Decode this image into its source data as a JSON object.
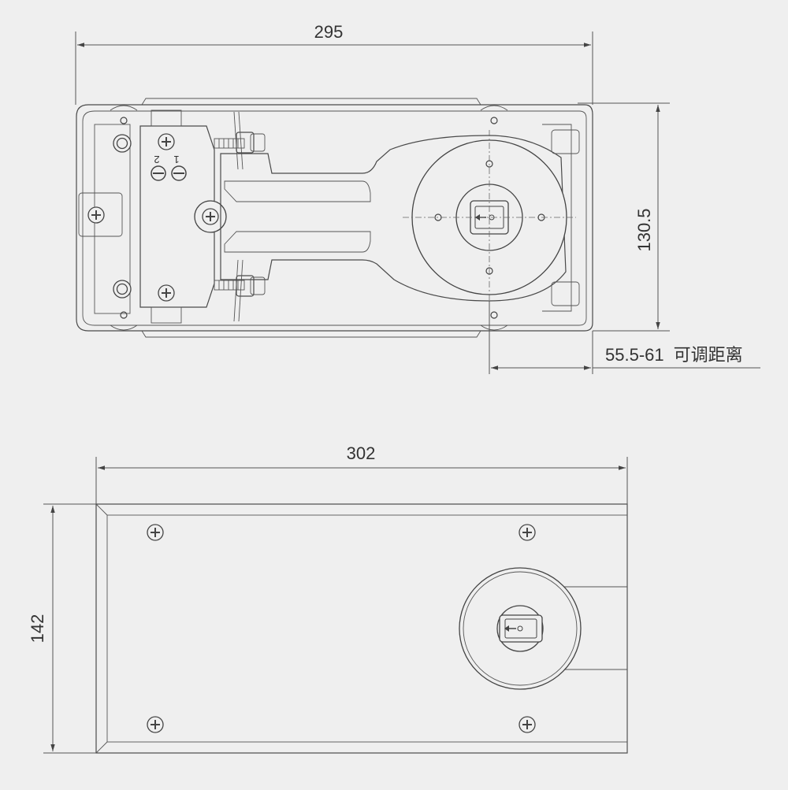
{
  "top_view": {
    "dim_width": "295",
    "dim_height": "130.5",
    "dim_adjust": "55.5-61",
    "adjust_label": "可调距离",
    "valve_labels": [
      "1",
      "2"
    ]
  },
  "bottom_view": {
    "dim_width": "302",
    "dim_height": "142"
  }
}
